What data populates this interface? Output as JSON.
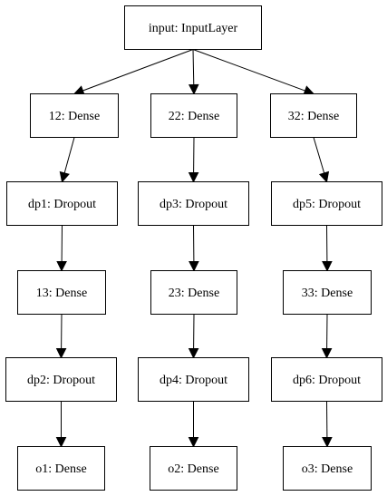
{
  "nodes": [
    {
      "id": "input",
      "label": "input: InputLayer"
    },
    {
      "id": "l12",
      "label": "12: Dense"
    },
    {
      "id": "l22",
      "label": "22: Dense"
    },
    {
      "id": "l32",
      "label": "32: Dense"
    },
    {
      "id": "dp1",
      "label": "dp1: Dropout"
    },
    {
      "id": "dp3",
      "label": "dp3: Dropout"
    },
    {
      "id": "dp5",
      "label": "dp5: Dropout"
    },
    {
      "id": "l13",
      "label": "13: Dense"
    },
    {
      "id": "l23",
      "label": "23: Dense"
    },
    {
      "id": "l33",
      "label": "33: Dense"
    },
    {
      "id": "dp2",
      "label": "dp2: Dropout"
    },
    {
      "id": "dp4",
      "label": "dp4: Dropout"
    },
    {
      "id": "dp6",
      "label": "dp6: Dropout"
    },
    {
      "id": "o1",
      "label": "o1: Dense"
    },
    {
      "id": "o2",
      "label": "o2: Dense"
    },
    {
      "id": "o3",
      "label": "o3: Dense"
    }
  ],
  "edges": [
    [
      "input",
      "l12"
    ],
    [
      "input",
      "l22"
    ],
    [
      "input",
      "l32"
    ],
    [
      "l12",
      "dp1"
    ],
    [
      "l22",
      "dp3"
    ],
    [
      "l32",
      "dp5"
    ],
    [
      "dp1",
      "l13"
    ],
    [
      "dp3",
      "l23"
    ],
    [
      "dp5",
      "l33"
    ],
    [
      "l13",
      "dp2"
    ],
    [
      "l23",
      "dp4"
    ],
    [
      "l33",
      "dp6"
    ],
    [
      "dp2",
      "o1"
    ],
    [
      "dp4",
      "o2"
    ],
    [
      "dp6",
      "o3"
    ]
  ]
}
